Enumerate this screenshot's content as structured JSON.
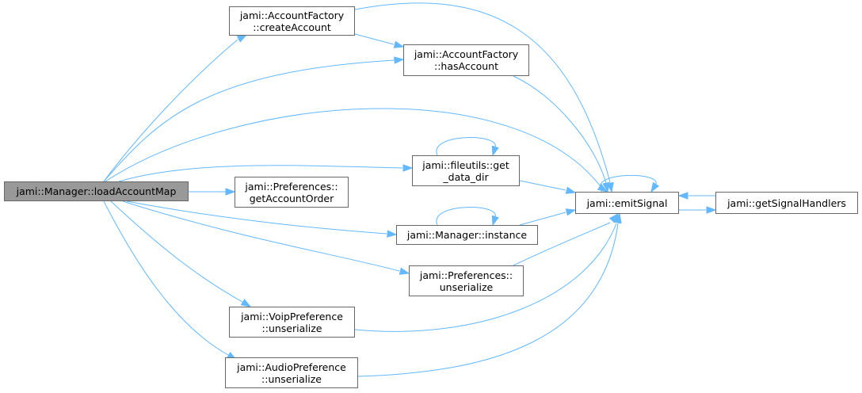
{
  "diagram": {
    "nodes": {
      "loadAccountMap": {
        "lines": [
          "jami::Manager::loadAccountMap"
        ]
      },
      "createAccount": {
        "lines": [
          "jami::AccountFactory",
          "::createAccount"
        ]
      },
      "hasAccount": {
        "lines": [
          "jami::AccountFactory",
          "::hasAccount"
        ]
      },
      "getAccountOrder": {
        "lines": [
          "jami::Preferences::",
          "getAccountOrder"
        ]
      },
      "getDataDir": {
        "lines": [
          "jami::fileutils::get",
          "_data_dir"
        ]
      },
      "managerInstance": {
        "lines": [
          "jami::Manager::instance"
        ]
      },
      "prefUnserialize": {
        "lines": [
          "jami::Preferences::",
          "unserialize"
        ]
      },
      "voipUnserialize": {
        "lines": [
          "jami::VoipPreference",
          "::unserialize"
        ]
      },
      "audioUnserialize": {
        "lines": [
          "jami::AudioPreference",
          "::unserialize"
        ]
      },
      "emitSignal": {
        "lines": [
          "jami::emitSignal"
        ]
      },
      "getSignalHandlers": {
        "lines": [
          "jami::getSignalHandlers"
        ]
      }
    },
    "colors": {
      "edge": "#63b8ff",
      "root_fill": "#999999",
      "node_border": "#666666"
    }
  }
}
